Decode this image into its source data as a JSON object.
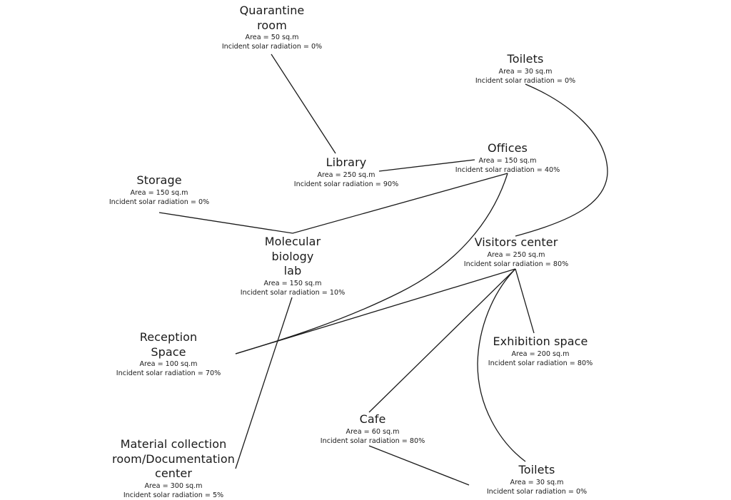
{
  "diagram": {
    "nodes": [
      {
        "id": "quarantine",
        "title_lines": [
          "Quarantine",
          "room"
        ],
        "area": "Area = 50 sq.m",
        "radiation": "Incident solar radiation = 0%"
      },
      {
        "id": "toilets_top",
        "title_lines": [
          "Toilets"
        ],
        "area": "Area = 30 sq.m",
        "radiation": "Incident solar radiation = 0%"
      },
      {
        "id": "library",
        "title_lines": [
          "Library"
        ],
        "area": "Area = 250 sq.m",
        "radiation": "Incident solar radiation = 90%"
      },
      {
        "id": "offices",
        "title_lines": [
          "Offices"
        ],
        "area": "Area = 150 sq.m",
        "radiation": "Incident solar radiation = 40%"
      },
      {
        "id": "storage",
        "title_lines": [
          "Storage"
        ],
        "area": "Area = 150 sq.m",
        "radiation": "Incident solar radiation = 0%"
      },
      {
        "id": "molecular",
        "title_lines": [
          "Molecular",
          "biology",
          "lab"
        ],
        "area": "Area = 150 sq.m",
        "radiation": "Incident solar radiation = 10%"
      },
      {
        "id": "visitors",
        "title_lines": [
          "Visitors center"
        ],
        "area": "Area = 250 sq.m",
        "radiation": "Incident solar radiation = 80%"
      },
      {
        "id": "reception",
        "title_lines": [
          "Reception",
          "Space"
        ],
        "area": "Area = 100 sq.m",
        "radiation": "Incident solar radiation = 70%"
      },
      {
        "id": "exhibition",
        "title_lines": [
          "Exhibition space"
        ],
        "area": "Area = 200 sq.m",
        "radiation": "Incident solar radiation = 80%"
      },
      {
        "id": "cafe",
        "title_lines": [
          "Cafe"
        ],
        "area": "Area = 60 sq.m",
        "radiation": "Incident solar radiation = 80%"
      },
      {
        "id": "material",
        "title_lines": [
          "Material collection",
          "room/Documentation",
          "center"
        ],
        "area": "Area = 300 sq.m",
        "radiation": "Incident solar radiation = 5%"
      },
      {
        "id": "toilets_bottom",
        "title_lines": [
          "Toilets"
        ],
        "area": "Area = 30 sq.m",
        "radiation": "Incident solar radiation = 0%"
      }
    ],
    "edges": [
      {
        "from": "quarantine",
        "to": "library",
        "shape": "straight"
      },
      {
        "from": "library",
        "to": "offices",
        "shape": "straight"
      },
      {
        "from": "toilets_top",
        "to": "visitors",
        "shape": "curved"
      },
      {
        "from": "storage",
        "to": "molecular",
        "shape": "straight"
      },
      {
        "from": "molecular",
        "to": "offices",
        "shape": "straight"
      },
      {
        "from": "offices",
        "to": "reception",
        "shape": "curved"
      },
      {
        "from": "visitors",
        "to": "reception",
        "shape": "straight"
      },
      {
        "from": "molecular",
        "to": "material",
        "shape": "straight"
      },
      {
        "from": "visitors",
        "to": "cafe",
        "shape": "straight"
      },
      {
        "from": "visitors",
        "to": "exhibition",
        "shape": "straight"
      },
      {
        "from": "visitors",
        "to": "toilets_bottom",
        "shape": "curved"
      },
      {
        "from": "cafe",
        "to": "toilets_bottom",
        "shape": "straight"
      }
    ]
  }
}
